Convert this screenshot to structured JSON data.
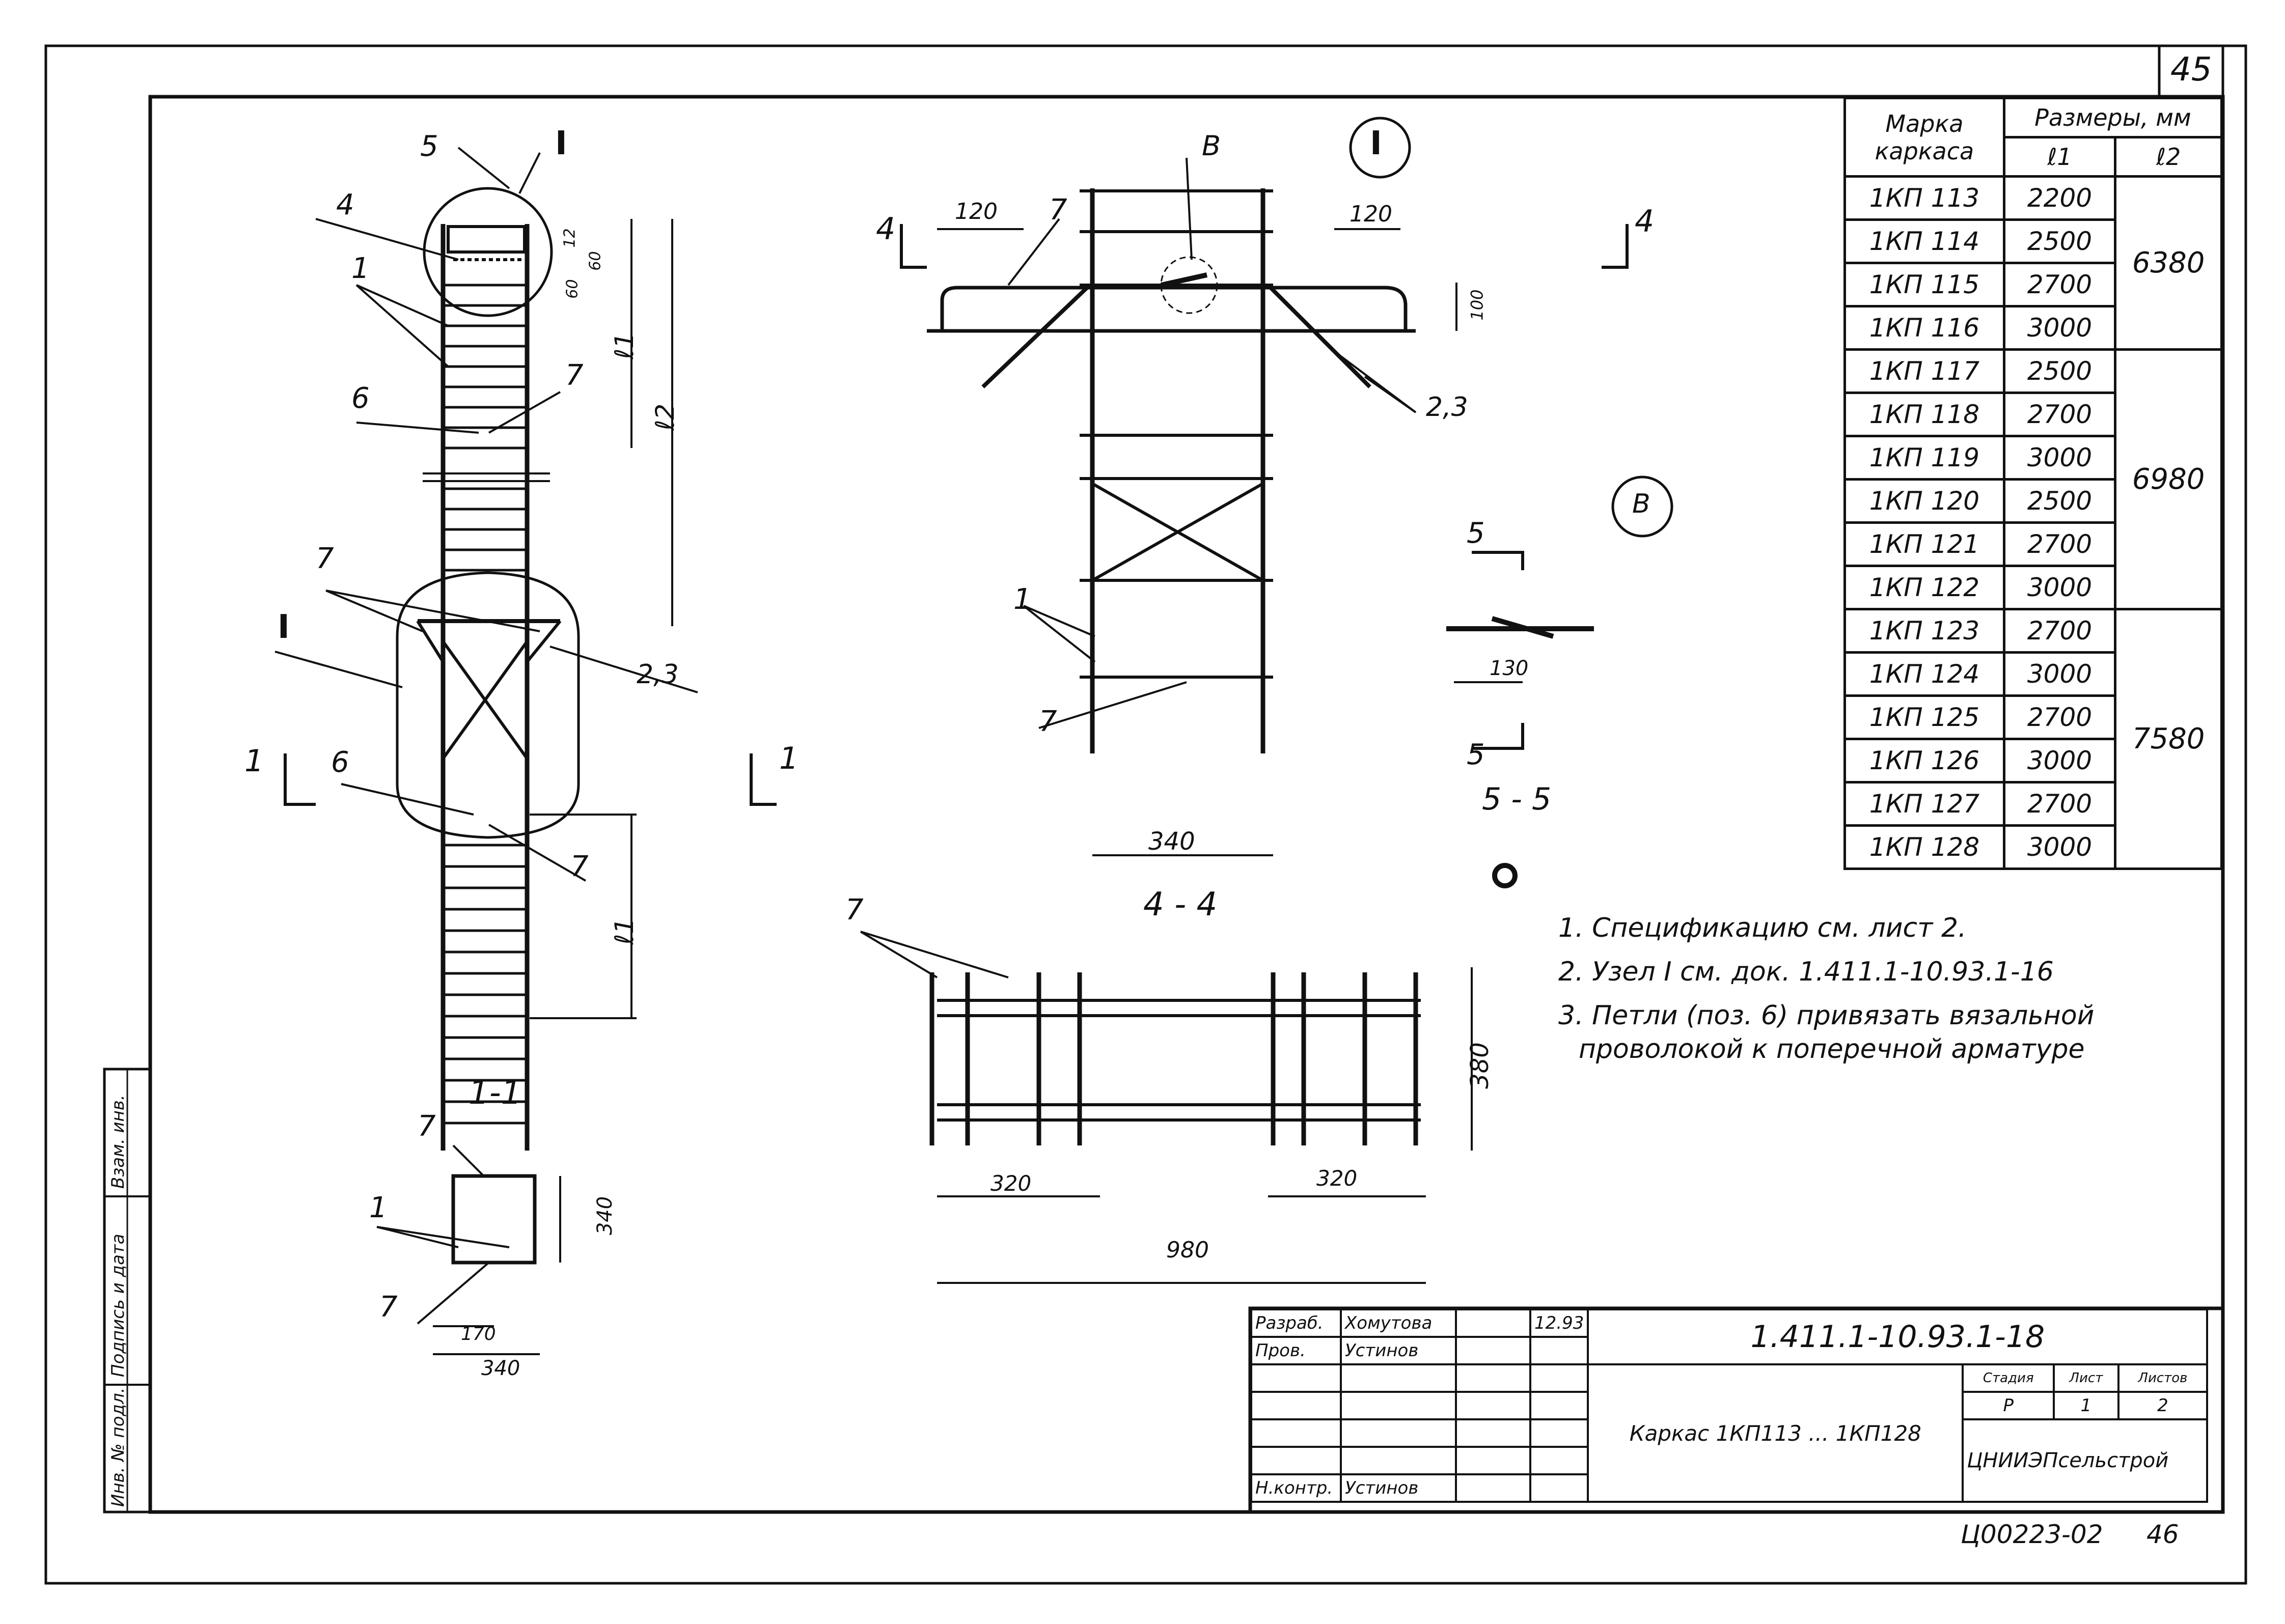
{
  "sheet": {
    "page_number": "45",
    "archive_code": "Ц00223-02",
    "archive_page": "46"
  },
  "views": {
    "section_1_1": "1-1",
    "section_4_4": "4 - 4",
    "section_5_5": "5 - 5",
    "node_I": "I",
    "node_B": "B"
  },
  "labels": {
    "pos_1": "1",
    "pos_2_3": "2,3",
    "pos_4": "4",
    "pos_5": "5",
    "pos_6": "6",
    "pos_7": "7",
    "cut_1": "1",
    "cut_4": "4",
    "cut_5": "5",
    "l1": "ℓ1",
    "l2": "ℓ2"
  },
  "dimensions": {
    "d120a": "120",
    "d120b": "120",
    "d100": "100",
    "d340": "340",
    "d130": "130",
    "d380": "380",
    "d320a": "320",
    "d320b": "320",
    "d980": "980",
    "d340s": "340",
    "d170": "170",
    "d340b": "340",
    "d12": "12",
    "d60a": "60",
    "d60b": "60"
  },
  "table": {
    "header_mark": "Марка каркаса",
    "header_sizes": "Размеры, мм",
    "col_l1": "ℓ1",
    "col_l2": "ℓ2",
    "rows": [
      {
        "mark": "1КП 113",
        "l1": "2200"
      },
      {
        "mark": "1КП 114",
        "l1": "2500"
      },
      {
        "mark": "1КП 115",
        "l1": "2700"
      },
      {
        "mark": "1КП 116",
        "l1": "3000"
      },
      {
        "mark": "1КП 117",
        "l1": "2500"
      },
      {
        "mark": "1КП 118",
        "l1": "2700"
      },
      {
        "mark": "1КП 119",
        "l1": "3000"
      },
      {
        "mark": "1КП 120",
        "l1": "2500"
      },
      {
        "mark": "1КП 121",
        "l1": "2700"
      },
      {
        "mark": "1КП 122",
        "l1": "3000"
      },
      {
        "mark": "1КП 123",
        "l1": "2700"
      },
      {
        "mark": "1КП 124",
        "l1": "3000"
      },
      {
        "mark": "1КП 125",
        "l1": "2700"
      },
      {
        "mark": "1КП 126",
        "l1": "3000"
      },
      {
        "mark": "1КП 127",
        "l1": "2700"
      },
      {
        "mark": "1КП 128",
        "l1": "3000"
      }
    ],
    "l2_groups": [
      "6380",
      "6980",
      "7580"
    ]
  },
  "notes": [
    "1. Спецификацию см. лист 2.",
    "2. Узел I см. док. 1.411.1-10.93.1-16",
    "3. Петли (поз. 6) привязать вязальной",
    "проволокой к поперечной арматуре"
  ],
  "title_block": {
    "role_dev": "Разраб.",
    "name_dev": "Хомутова",
    "date": "12.93",
    "role_check": "Пров.",
    "name_check": "Устинов",
    "role_norm": "Н.контр.",
    "name_norm": "Устинов",
    "doc_code": "1.411.1-10.93.1-18",
    "title": "Каркас 1КП113 ... 1КП128",
    "stage_label": "Стадия",
    "sheet_label": "Лист",
    "sheets_label": "Листов",
    "stage": "Р",
    "sheet": "1",
    "sheets": "2",
    "org": "ЦНИИЭПсельстрой"
  },
  "side_stamp": {
    "inv": "Инв. № подл.",
    "sign": "Подпись и дата",
    "replace": "Взам. инв."
  }
}
